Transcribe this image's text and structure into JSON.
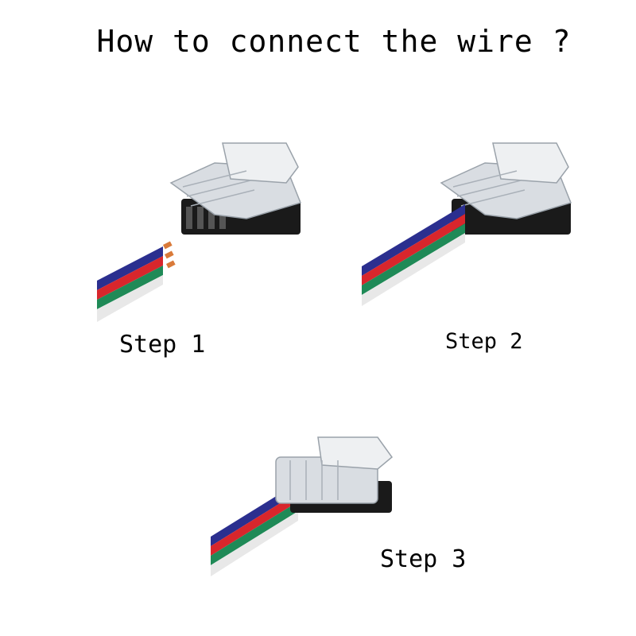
{
  "title": "How to connect the wire ?",
  "steps": [
    {
      "label": "Step 1"
    },
    {
      "label": "Step 2"
    },
    {
      "label": "Step 3"
    }
  ],
  "colors": {
    "wire_white": "#e8e8e8",
    "wire_green": "#1f8a57",
    "wire_red": "#d8262c",
    "wire_blue": "#2b2f8f",
    "connector_black": "#1a1a1a",
    "connector_clear": "#d9dde2",
    "copper": "#d97a3a"
  }
}
